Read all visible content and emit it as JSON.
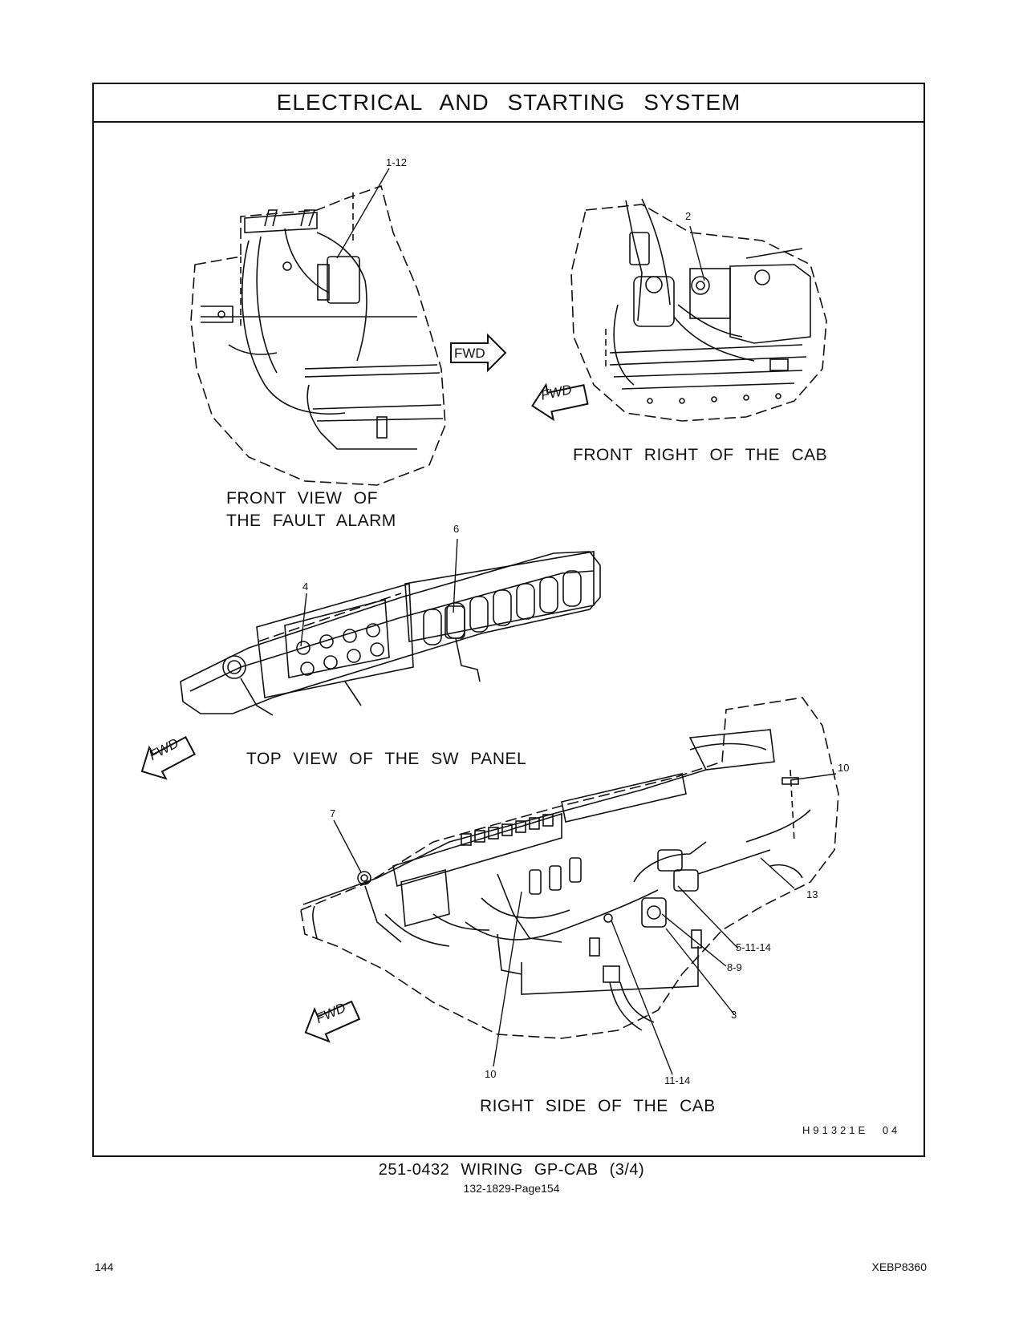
{
  "page_title": "ELECTRICAL AND STARTING SYSTEM",
  "views": {
    "fault_alarm_line1": "FRONT VIEW OF",
    "fault_alarm_line2": "THE FAULT ALARM",
    "front_right": "FRONT RIGHT OF THE CAB",
    "sw_panel": "TOP VIEW OF THE SW PANEL",
    "right_side": "RIGHT SIDE OF THE CAB"
  },
  "fwd_label": "FWD",
  "callouts": {
    "c_1_12": "1-12",
    "c_2": "2",
    "c_6": "6",
    "c_4": "4",
    "c_10_top": "10",
    "c_7": "7",
    "c_13": "13",
    "c_5_11_14": "5-11-14",
    "c_8_9": "8-9",
    "c_3": "3",
    "c_10_bottom": "10",
    "c_11_14": "11-14"
  },
  "drawing_number": "H91321E 04",
  "caption": {
    "main": "251-0432 WIRING GP-CAB (3/4)",
    "sub": "132-1829-Page154"
  },
  "page_number": "144",
  "document_number": "XEBP8360"
}
